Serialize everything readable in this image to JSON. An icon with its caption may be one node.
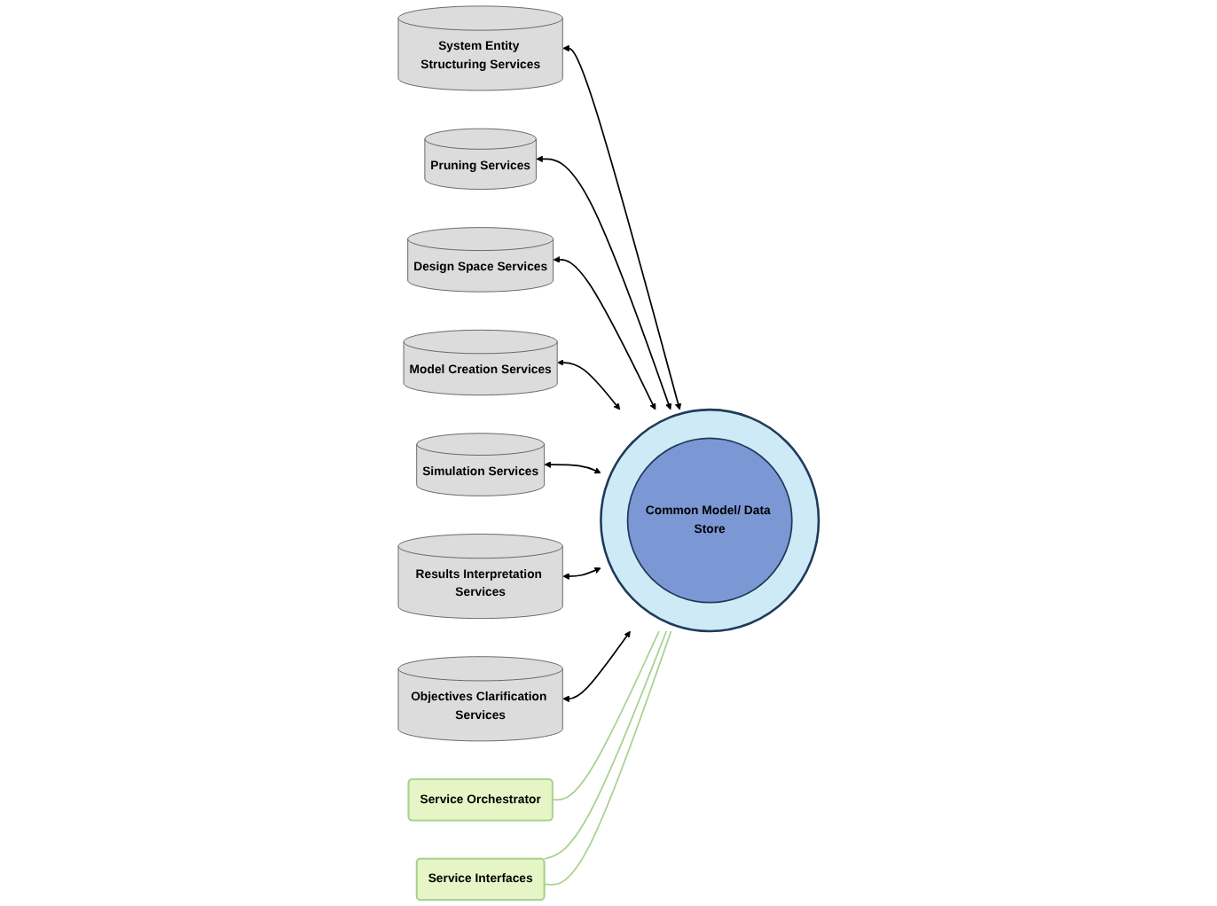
{
  "diagram": {
    "nodes": [
      {
        "text": [],
        "shape": "circle"
      },
      {
        "text": [
          "Common Model/ Data Store"
        ],
        "in": 0
      },
      {
        "text": [
          "System Entity Structuring Services"
        ]
      },
      {
        "text": [
          "Pruning Services"
        ]
      },
      {
        "text": [
          "Design Space Services"
        ]
      },
      {
        "text": [
          "Model Creation Services"
        ]
      },
      {
        "text": [
          "Simulation Services"
        ]
      },
      {
        "text": [
          "Results Interpretation Services"
        ]
      },
      {
        "text": [
          "Objectives Clarification Services"
        ]
      },
      {
        "text": [
          "Service Orchestrator"
        ]
      },
      {
        "text": [
          "Service Interfaces"
        ]
      }
    ],
    "edges": [
      {
        "from": 2,
        "to": 0,
        "arrow": "both"
      },
      {
        "from": 3,
        "to": 0,
        "arrow": "both"
      },
      {
        "from": 4,
        "to": 0,
        "arrow": "both"
      },
      {
        "from": 5,
        "to": 0,
        "arrow": "both"
      },
      {
        "from": 6,
        "to": 0,
        "arrow": "both"
      },
      {
        "from": 7,
        "to": 0,
        "arrow": "both"
      },
      {
        "from": 8,
        "to": 0,
        "arrow": "both"
      },
      {
        "from": 9,
        "to": 0,
        "arrow": "none",
        "color": "#a9d18e"
      },
      {
        "from": 10,
        "to": 0,
        "arrow": "none",
        "color": "#a9d18e"
      },
      {
        "from": 10,
        "to": 0,
        "arrow": "none",
        "color": "#a9d18e"
      }
    ]
  }
}
